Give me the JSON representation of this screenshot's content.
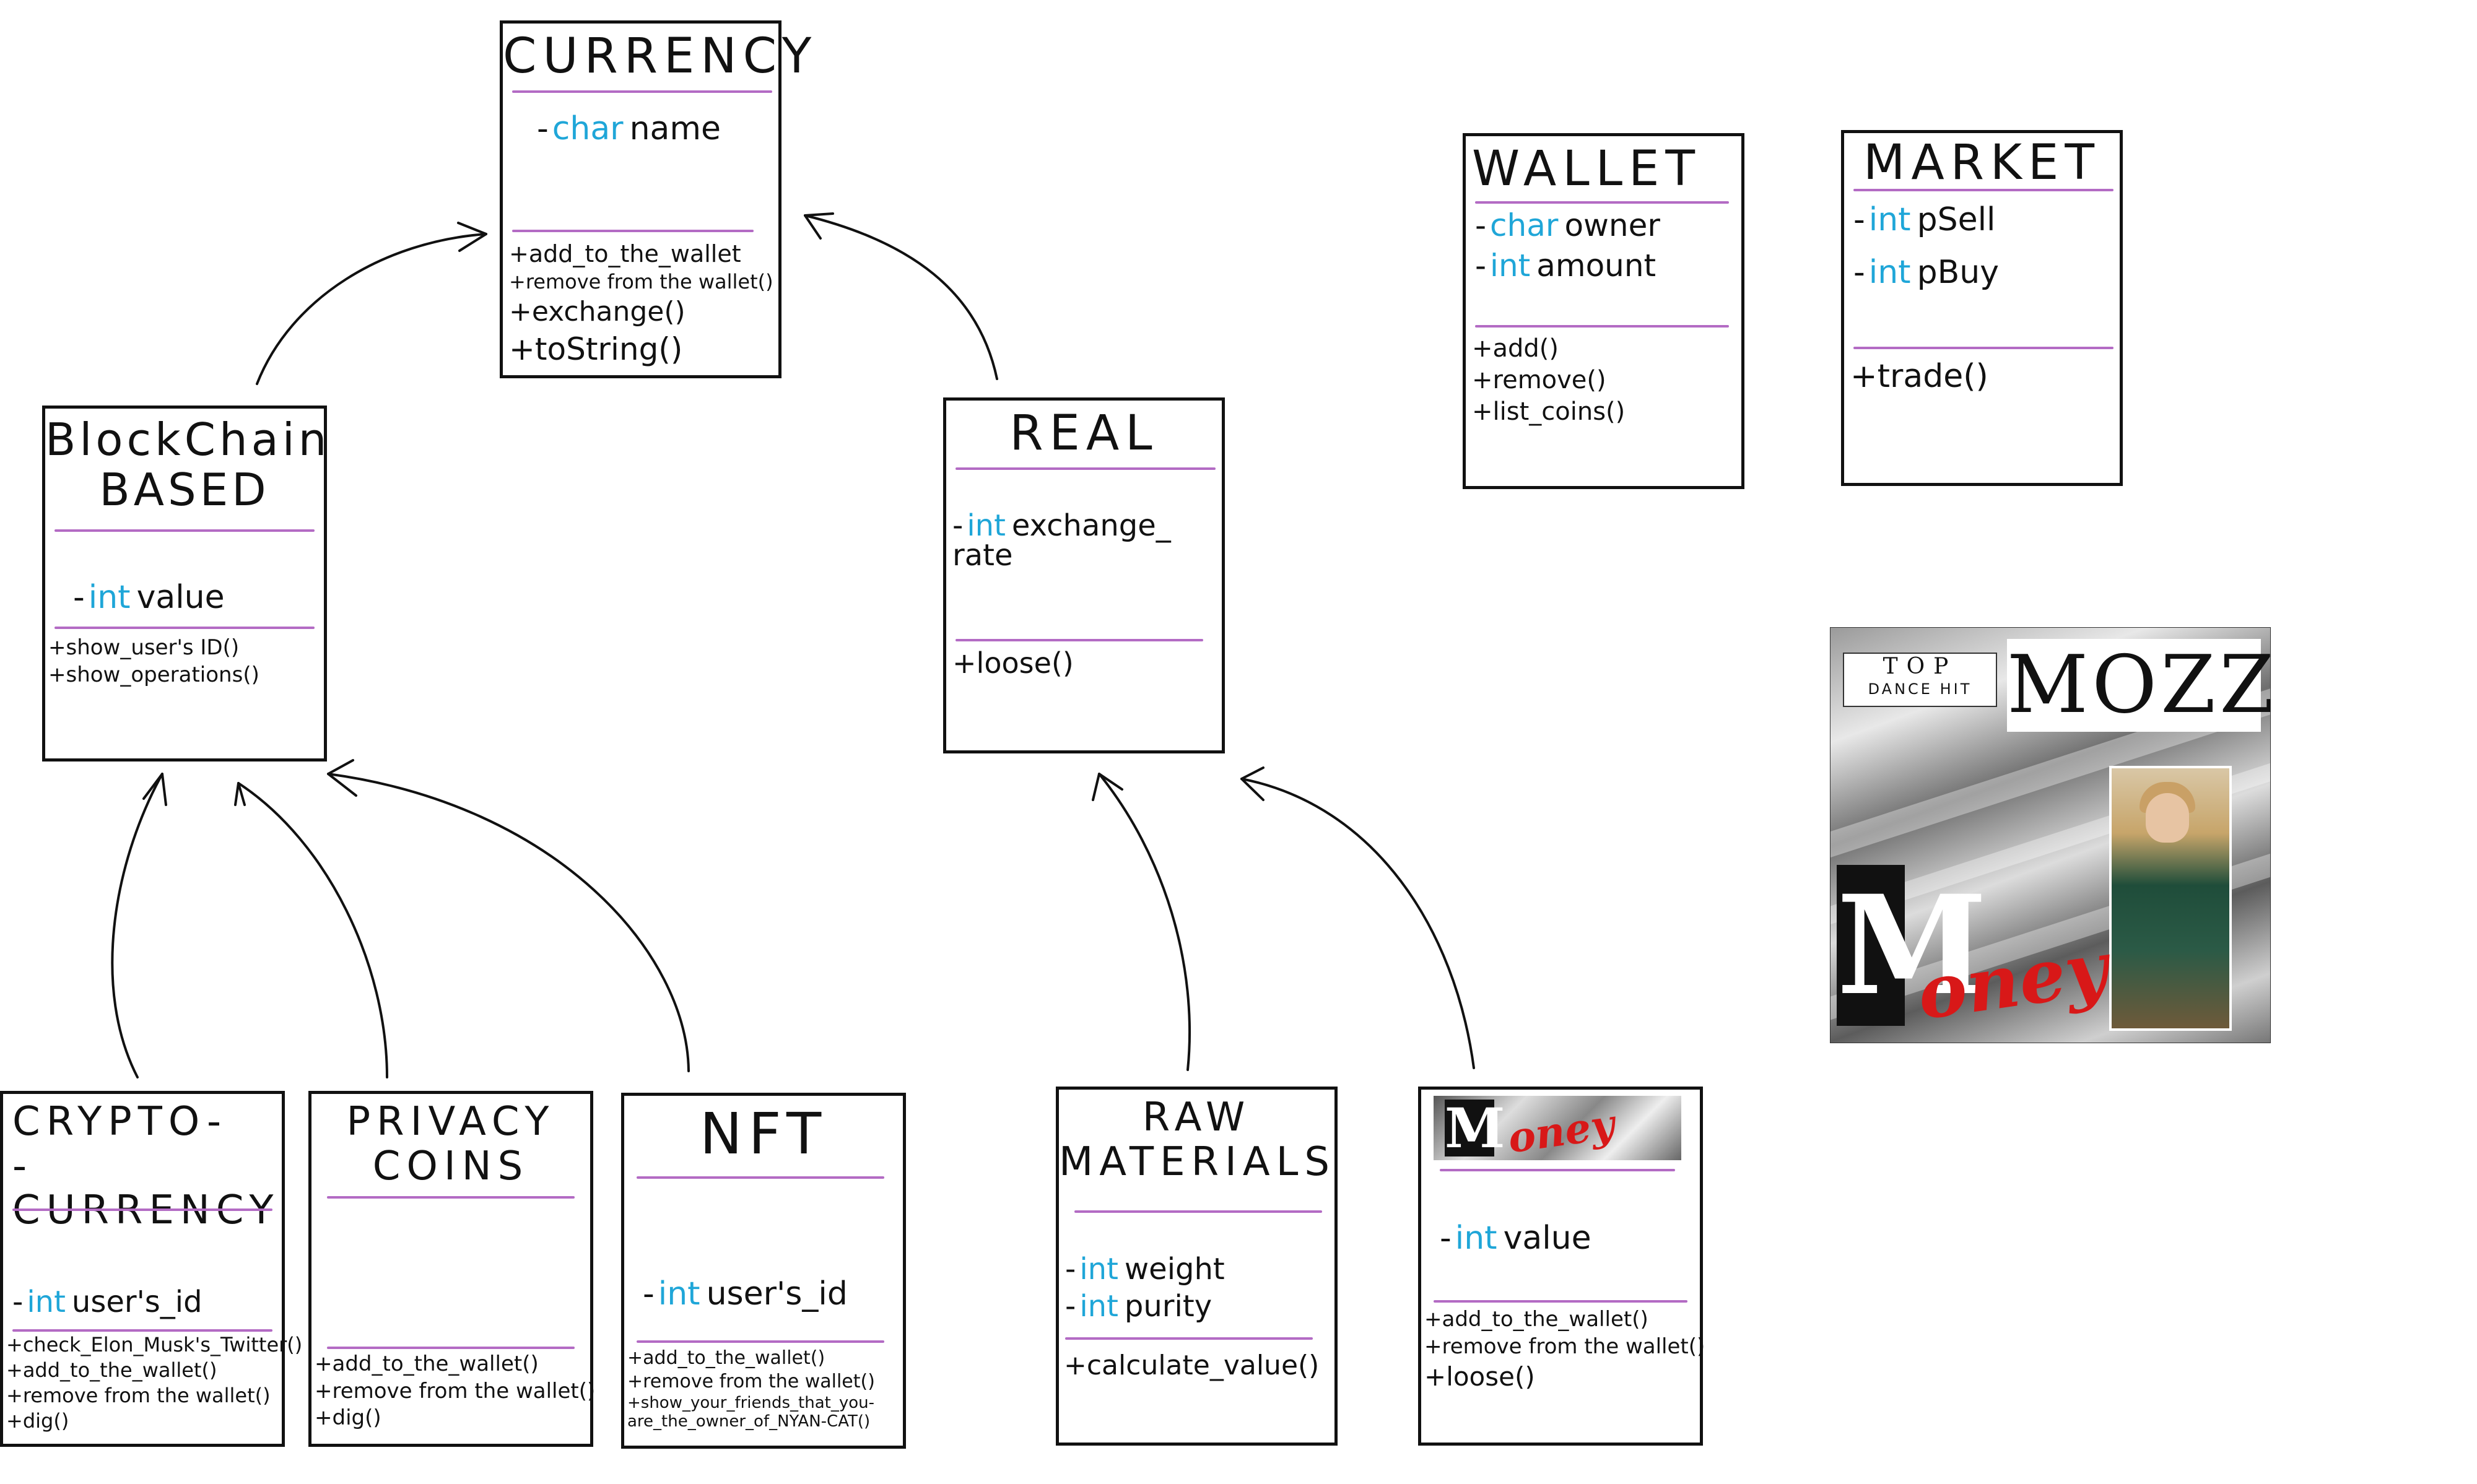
{
  "classes": {
    "currency": {
      "title": "CURRENCY",
      "attributes": [
        {
          "visibility": "-",
          "type": "char",
          "name": "name"
        }
      ],
      "methods": [
        "+add_to_the_wallet",
        "+remove from the wallet()",
        "+exchange()",
        "+toString()"
      ]
    },
    "blockchain": {
      "title": "BlockChain\nBASED",
      "attributes": [
        {
          "visibility": "-",
          "type": "int",
          "name": "value"
        }
      ],
      "methods": [
        "+show_user's ID()",
        "+show_operations()"
      ]
    },
    "real": {
      "title": "REAL",
      "attributes": [
        {
          "visibility": "-",
          "type": "int",
          "name": "exchange_\nrate"
        }
      ],
      "methods": [
        "+loose()"
      ]
    },
    "wallet": {
      "title": "WALLET",
      "attributes": [
        {
          "visibility": "-",
          "type": "char",
          "name": "owner"
        },
        {
          "visibility": "-",
          "type": "int",
          "name": "amount"
        }
      ],
      "methods": [
        "+add()",
        "+remove()",
        "+list_coins()"
      ]
    },
    "market": {
      "title": "MARKET",
      "attributes": [
        {
          "visibility": "-",
          "type": "int",
          "name": "pSell"
        },
        {
          "visibility": "-",
          "type": "int",
          "name": "pBuy"
        }
      ],
      "methods": [
        "+trade()"
      ]
    },
    "crypto": {
      "title": "CRYPTO-\n-CURRENCY",
      "attributes": [
        {
          "visibility": "-",
          "type": "int",
          "name": "user's_id"
        }
      ],
      "methods": [
        "+check_Elon_Musk's_Twitter()",
        "+add_to_the_wallet()",
        "+remove from the wallet()",
        "+dig()"
      ]
    },
    "privacy": {
      "title": "PRIVACY\nCOINS",
      "attributes": [],
      "methods": [
        "+add_to_the_wallet()",
        "+remove from the wallet()",
        "+dig()"
      ]
    },
    "nft": {
      "title": "NFT",
      "attributes": [
        {
          "visibility": "-",
          "type": "int",
          "name": "user's_id"
        }
      ],
      "methods": [
        "+add_to_the_wallet()",
        "+remove from the wallet()",
        "+show_your_friends_that_you-\nare_the_owner_of_NYAN-CAT()"
      ]
    },
    "raw": {
      "title": "RAW\nMATERIALS",
      "attributes": [
        {
          "visibility": "-",
          "type": "int",
          "name": "weight"
        },
        {
          "visibility": "-",
          "type": "int",
          "name": "purity"
        }
      ],
      "methods": [
        "+calculate_value()"
      ]
    },
    "money": {
      "logo_letter": "M",
      "logo_rest": "oney",
      "attributes": [
        {
          "visibility": "-",
          "type": "int",
          "name": "value"
        }
      ],
      "methods": [
        "+add_to_the_wallet()",
        "+remove from the wallet()",
        "+loose()"
      ]
    }
  },
  "album": {
    "badge_line1": "TOP",
    "badge_line2": "DANCE HIT",
    "artist": "MOZZART",
    "logo_letter": "M",
    "logo_rest": "oney"
  },
  "colors": {
    "type": "#1fa6d8",
    "separator": "#b36bc4",
    "money_red": "#d81818"
  }
}
